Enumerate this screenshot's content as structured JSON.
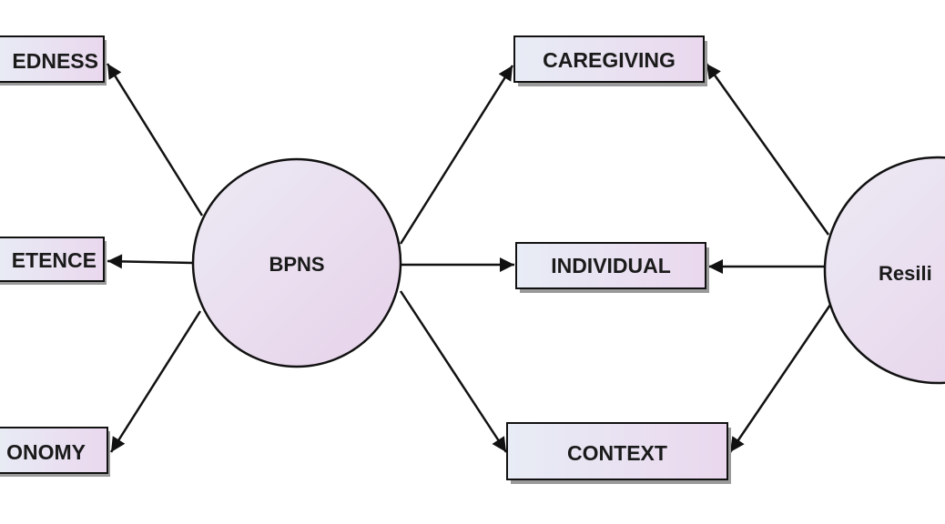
{
  "diagram": {
    "nodes": {
      "bpns": {
        "label": "BPNS"
      },
      "resilience": {
        "label": "Resili"
      },
      "relatedness": {
        "label": "EDNESS"
      },
      "competence": {
        "label": "ETENCE"
      },
      "autonomy": {
        "label": "ONOMY"
      },
      "caregiving": {
        "label": "CAREGIVING"
      },
      "individual": {
        "label": "INDIVIDUAL"
      },
      "context": {
        "label": "CONTEXT"
      }
    },
    "edges": [
      {
        "from": "BPNS",
        "to": "EDNESS"
      },
      {
        "from": "BPNS",
        "to": "ETENCE"
      },
      {
        "from": "BPNS",
        "to": "ONOMY"
      },
      {
        "from": "BPNS",
        "to": "CAREGIVING"
      },
      {
        "from": "BPNS",
        "to": "INDIVIDUAL"
      },
      {
        "from": "BPNS",
        "to": "CONTEXT"
      },
      {
        "from": "Resili",
        "to": "CAREGIVING"
      },
      {
        "from": "Resili",
        "to": "INDIVIDUAL"
      },
      {
        "from": "Resili",
        "to": "CONTEXT"
      }
    ],
    "colors": {
      "box_fill_light": "#e8ecf5",
      "box_fill_pink": "#ead8ee",
      "circle_fill_light": "#eceaf4",
      "circle_fill_pink": "#e7d2ea",
      "stroke": "#111111",
      "box_shadow": "#9a9a9a"
    }
  }
}
